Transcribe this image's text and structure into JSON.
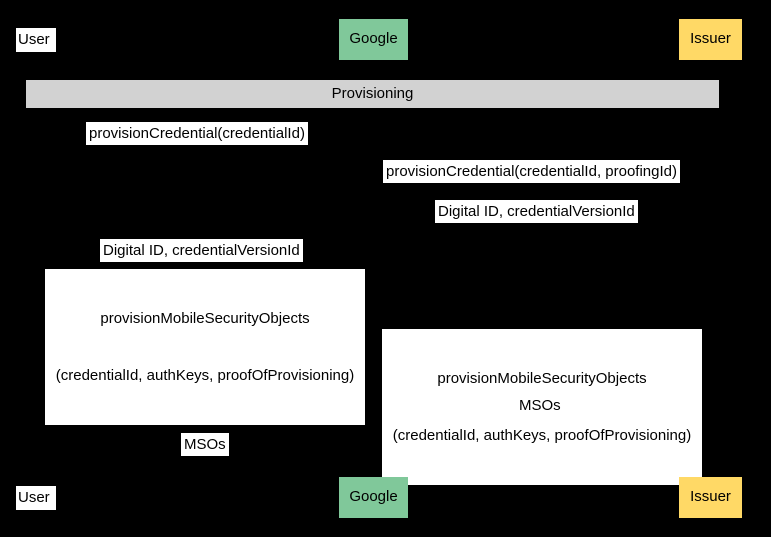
{
  "diagram": {
    "type": "sequence-diagram",
    "title": "Provisioning",
    "background_color": "#000000",
    "colors": {
      "google_box": "#80c89a",
      "issuer_box": "#ffd966",
      "fragment_bar": "#d2d2d2",
      "label_background": "#ffffff",
      "text": "#000000"
    }
  },
  "participants_top": [
    {
      "name": "User",
      "style": "plain"
    },
    {
      "name": "Google",
      "style": "green"
    },
    {
      "name": "Issuer",
      "style": "yellow"
    }
  ],
  "participants_bottom": [
    {
      "name": "User",
      "style": "plain"
    },
    {
      "name": "Google",
      "style": "green"
    },
    {
      "name": "Issuer",
      "style": "yellow"
    }
  ],
  "fragment": {
    "label": "Provisioning"
  },
  "messages": [
    {
      "id": "m1",
      "line1": "provisionCredential(credentialId)",
      "line2": ""
    },
    {
      "id": "m2",
      "line1": "provisionCredential(credentialId, proofingId)",
      "line2": ""
    },
    {
      "id": "m3",
      "line1": "Digital ID, credentialVersionId",
      "line2": ""
    },
    {
      "id": "m4",
      "line1": "Digital ID, credentialVersionId",
      "line2": ""
    },
    {
      "id": "m5",
      "line1": "provisionMobileSecurityObjects",
      "line2": "(credentialId, authKeys, proofOfProvisioning)"
    },
    {
      "id": "m6",
      "line1": "provisionMobileSecurityObjects",
      "line2": "(credentialId, authKeys, proofOfProvisioning)"
    },
    {
      "id": "m7",
      "line1": "MSOs",
      "line2": ""
    },
    {
      "id": "m8",
      "line1": "MSOs",
      "line2": ""
    }
  ]
}
